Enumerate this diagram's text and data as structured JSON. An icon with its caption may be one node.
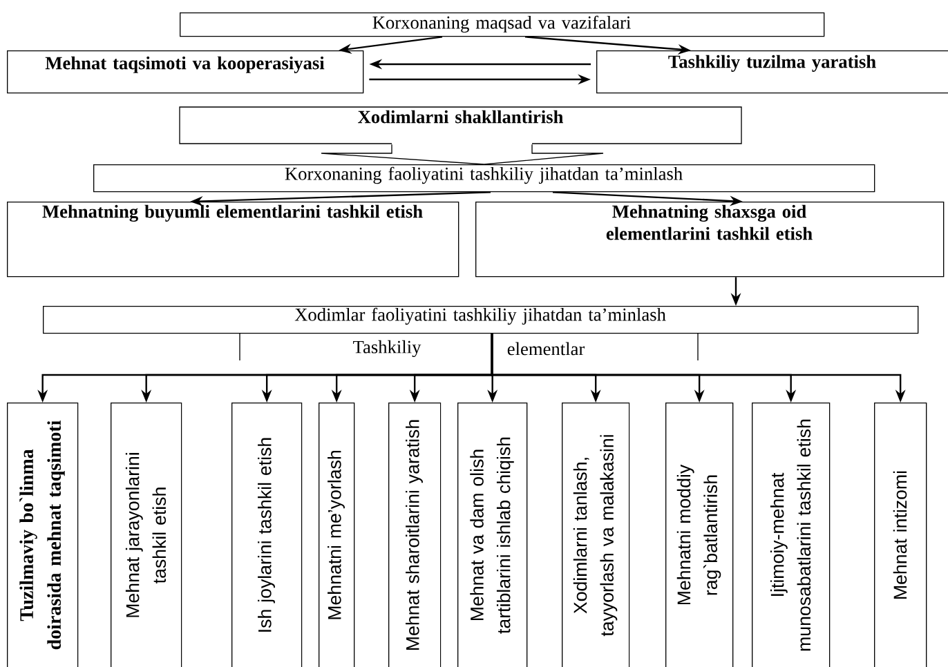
{
  "diagram": {
    "nodes": [
      {
        "text": [
          "Korxonaning maqsad va vazifalari"
        ]
      },
      {
        "text": [
          "Mehnat taqsimoti va kooperasiyasi"
        ]
      },
      {
        "text": [
          "Tashkiliy tuzilma yaratish"
        ]
      },
      {
        "text": [
          "Xodimlarni shakllantirish"
        ]
      },
      {
        "text": [
          "Korxonaning faoliyatini tashkiliy jihatdan ta’minlash"
        ]
      },
      {
        "text": [
          "Mehnatning buyumli elementlarini tashkil etish"
        ]
      },
      {
        "text": [
          "Mehnatning shaxsga oid elementlarini tashkil etish"
        ]
      },
      {
        "text": [
          "Xodimlar faoliyatini tashkiliy jihatdan ta’minlash"
        ]
      },
      {
        "text": [
          "Tuzilmaviy bo`linma doirasida mehnat taqsimoti"
        ]
      },
      {
        "text": [
          "Mehnat jarayonlarini tashkil etish"
        ]
      },
      {
        "text": [
          "Ish joylarini tashkil etish"
        ]
      },
      {
        "text": [
          "Mehnatni me’yorlash"
        ]
      },
      {
        "text": [
          "Mehnat sharoitlarini yaratish"
        ]
      },
      {
        "text": [
          "Mehnat va dam olish tartiblarini ishlab chiqish"
        ]
      },
      {
        "text": [
          "Xodimlarni tanlash, tayyorlash va malakasini"
        ]
      },
      {
        "text": [
          "Mehnatni moddiy rag`batlantirish"
        ]
      },
      {
        "text": [
          "Ijtimoiy-mehnat munosabatlarini tashkil etish"
        ]
      },
      {
        "text": [
          "Mehnat intizomi"
        ]
      }
    ],
    "edges": [
      {
        "from": 0,
        "to": 1,
        "arrow": "to"
      },
      {
        "from": 0,
        "to": 2,
        "arrow": "to"
      },
      {
        "from": 2,
        "to": 1,
        "arrow": "to"
      },
      {
        "from": 1,
        "to": 2,
        "arrow": "to"
      },
      {
        "from": 3,
        "to": 4,
        "arrow": "none"
      },
      {
        "from": 4,
        "to": 5,
        "arrow": "to"
      },
      {
        "from": 4,
        "to": 6,
        "arrow": "to"
      },
      {
        "from": 6,
        "to": 7,
        "arrow": "to"
      },
      {
        "from": 7,
        "to": 8,
        "arrow": "to"
      },
      {
        "from": 7,
        "to": 9,
        "arrow": "to"
      },
      {
        "from": 7,
        "to": 10,
        "arrow": "to"
      },
      {
        "from": 7,
        "to": 11,
        "arrow": "to"
      },
      {
        "from": 7,
        "to": 12,
        "arrow": "to"
      },
      {
        "from": 7,
        "to": 13,
        "arrow": "to"
      },
      {
        "from": 7,
        "to": 14,
        "arrow": "to"
      },
      {
        "from": 7,
        "to": 15,
        "arrow": "to"
      },
      {
        "from": 7,
        "to": 16,
        "arrow": "to"
      },
      {
        "from": 7,
        "to": 17,
        "arrow": "to"
      }
    ],
    "labels": [
      "Tashkiliy",
      "elementlar"
    ]
  }
}
